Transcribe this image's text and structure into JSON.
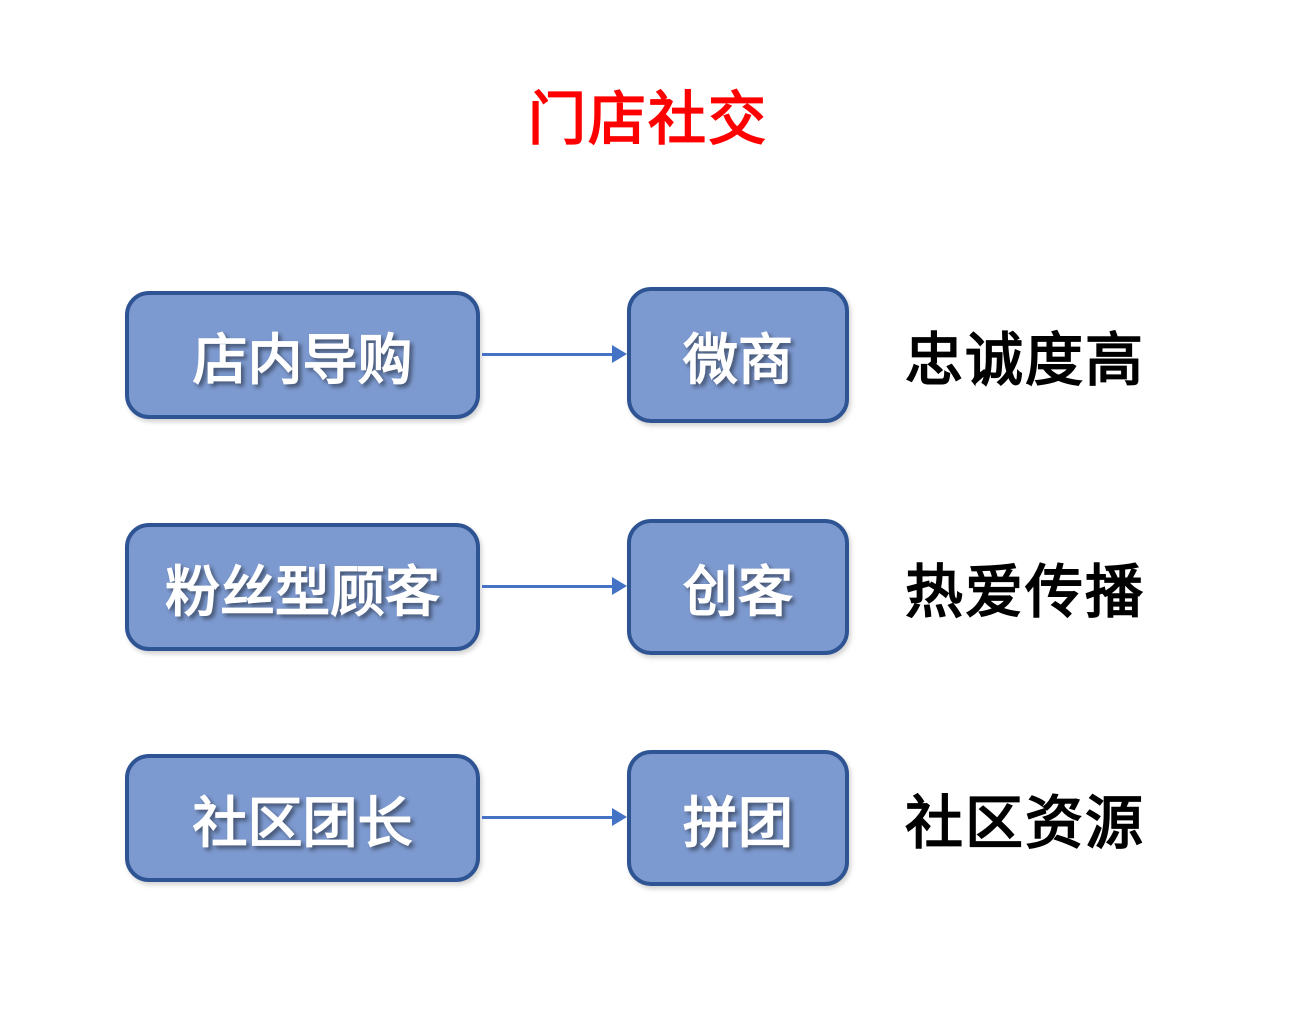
{
  "title": {
    "text": "门店社交",
    "color": "#ff0000"
  },
  "colors": {
    "background": "#ffffff",
    "box_fill": "#7d9ad0",
    "box_border": "#2f5494",
    "arrow": "#4472c4",
    "box_text": "#ffffff",
    "annotation_text": "#000000"
  },
  "rows": [
    {
      "source": "店内导购",
      "target": "微商",
      "annotation": "忠诚度高"
    },
    {
      "source": "粉丝型顾客",
      "target": "创客",
      "annotation": "热爱传播"
    },
    {
      "source": "社区团长",
      "target": "拼团",
      "annotation": "社区资源"
    }
  ]
}
